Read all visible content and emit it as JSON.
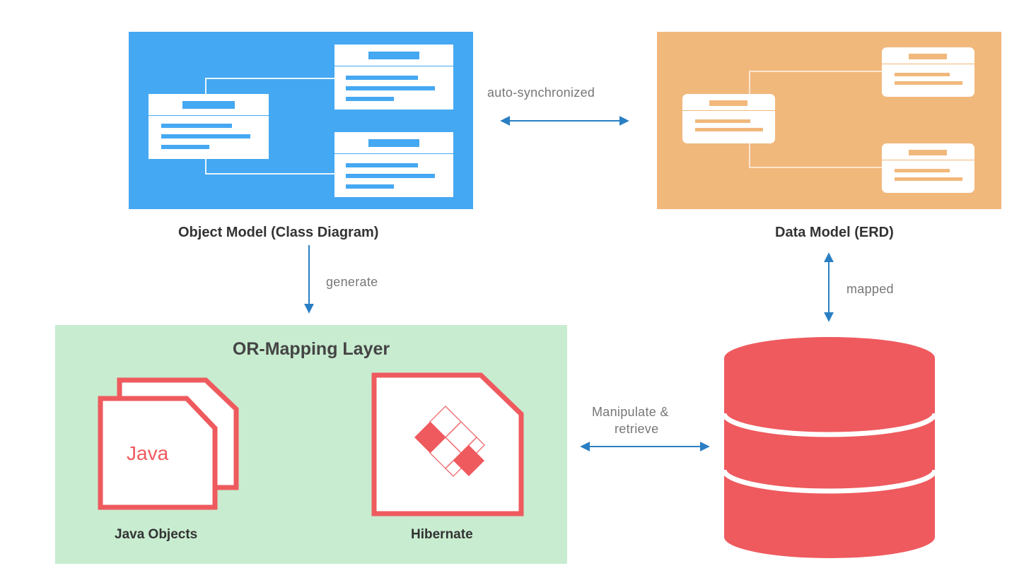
{
  "object_model": {
    "label": "Object Model (Class Diagram)"
  },
  "data_model": {
    "label": "Data Model (ERD)"
  },
  "edges": {
    "sync": "auto-synchronized",
    "generate": "generate",
    "mapped": "mapped",
    "manipulate_line1": "Manipulate &",
    "manipulate_line2": "retrieve"
  },
  "orm_layer": {
    "title": "OR-Mapping Layer",
    "java_caption": "Java Objects",
    "java_icon_text": "Java",
    "hibernate_caption": "Hibernate"
  },
  "colors": {
    "object_panel": "#45a8f2",
    "data_panel": "#f1b87c",
    "orm_panel": "#c8ecd0",
    "accent_red": "#ee5a5e",
    "arrow_blue": "#2a7fc4"
  },
  "icons": [
    "class-diagram-icon",
    "erd-icon",
    "java-file-icon",
    "hibernate-file-icon",
    "database-icon"
  ]
}
